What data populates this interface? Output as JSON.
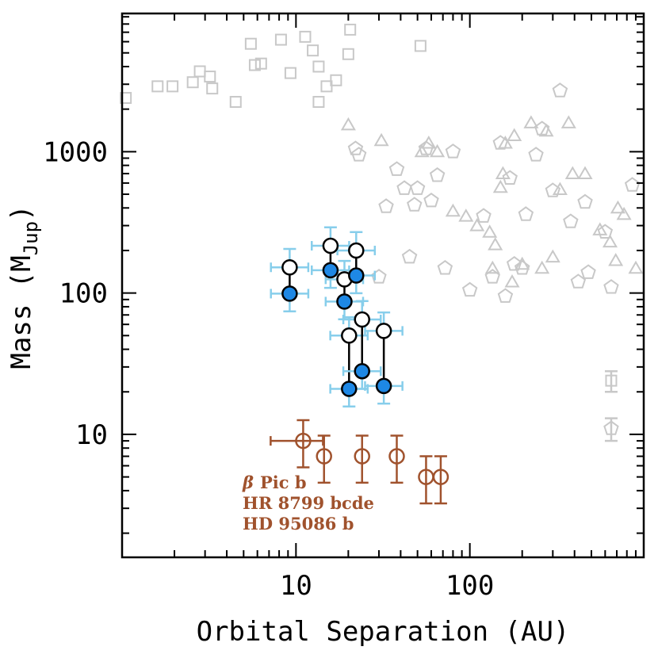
{
  "chart_data": {
    "type": "scatter",
    "xlabel": "Orbital Separation (AU)",
    "ylabel_main": "Mass (M",
    "ylabel_sub": "Jup",
    "ylabel_close": ")",
    "xscale": "log",
    "yscale": "log",
    "xlim": [
      1.0,
      1000.0
    ],
    "ylim": [
      1.35,
      9500.0
    ],
    "xticklabels": [
      {
        "value": 10,
        "label": "10"
      },
      {
        "value": 100,
        "label": "100"
      }
    ],
    "yticklabels": [
      {
        "value": 10,
        "label": "10"
      },
      {
        "value": 100,
        "label": "100"
      },
      {
        "value": 1000,
        "label": "1000"
      }
    ],
    "grid": false,
    "annotations": [
      {
        "prefix": "β",
        "text": "Pic b"
      },
      {
        "prefix": "",
        "text": "HR 8799 bcde"
      },
      {
        "prefix": "",
        "text": "HD 95086 b"
      }
    ],
    "colors": {
      "background_markers": "#c8c8c8",
      "filled_markers": "#1e88e5",
      "error_bars_blue": "#87ceeb",
      "planets": "#a0522d",
      "axes": "#000000"
    },
    "series": [
      {
        "marker": "square",
        "points": [
          [
            1.05,
            2400
          ],
          [
            1.6,
            2900
          ],
          [
            1.95,
            2900
          ],
          [
            2.55,
            3100
          ],
          [
            2.8,
            3700
          ],
          [
            3.2,
            3400
          ],
          [
            3.3,
            2800
          ],
          [
            4.5,
            2250
          ],
          [
            5.5,
            5800
          ],
          [
            5.8,
            4100
          ],
          [
            6.3,
            4200
          ],
          [
            8.2,
            6200
          ],
          [
            9.3,
            3600
          ],
          [
            11.3,
            6500
          ],
          [
            12.5,
            5200
          ],
          [
            13.5,
            4000
          ],
          [
            13.5,
            2250
          ],
          [
            15.0,
            2900
          ],
          [
            17.0,
            3200
          ],
          [
            20.0,
            4900
          ],
          [
            20.5,
            7300
          ],
          [
            52.0,
            5600
          ],
          [
            650,
            24
          ]
        ]
      },
      {
        "marker": "triangle",
        "points": [
          [
            20.0,
            1550
          ],
          [
            31.0,
            1200
          ],
          [
            53.0,
            1000
          ],
          [
            58.0,
            1150
          ],
          [
            65.0,
            1000
          ],
          [
            80.0,
            380
          ],
          [
            95.0,
            350
          ],
          [
            110.0,
            300
          ],
          [
            130.0,
            270
          ],
          [
            135.0,
            150
          ],
          [
            140.0,
            220
          ],
          [
            150.0,
            560
          ],
          [
            155.0,
            700
          ],
          [
            160.0,
            1150
          ],
          [
            175.0,
            120
          ],
          [
            180.0,
            1300
          ],
          [
            200.0,
            160
          ],
          [
            225.0,
            1600
          ],
          [
            260.0,
            150
          ],
          [
            275.0,
            1400
          ],
          [
            300.0,
            180
          ],
          [
            330.0,
            540
          ],
          [
            370.0,
            1600
          ],
          [
            390.0,
            700
          ],
          [
            460.0,
            700
          ],
          [
            560.0,
            280
          ],
          [
            640.0,
            230
          ],
          [
            690.0,
            170
          ],
          [
            710.0,
            400
          ],
          [
            770.0,
            360
          ],
          [
            900.0,
            150
          ]
        ]
      },
      {
        "marker": "pentagon",
        "points": [
          [
            22.0,
            1050
          ],
          [
            23.0,
            950
          ],
          [
            30.0,
            130
          ],
          [
            33.0,
            410
          ],
          [
            38.0,
            750
          ],
          [
            42.0,
            550
          ],
          [
            45.0,
            180
          ],
          [
            48.0,
            420
          ],
          [
            50.0,
            550
          ],
          [
            56.0,
            1050
          ],
          [
            60.0,
            450
          ],
          [
            65.0,
            680
          ],
          [
            72.0,
            150
          ],
          [
            80.0,
            1000
          ],
          [
            100.0,
            105
          ],
          [
            120.0,
            350
          ],
          [
            135.0,
            130
          ],
          [
            150.0,
            1150
          ],
          [
            160.0,
            95
          ],
          [
            170.0,
            650
          ],
          [
            180.0,
            160
          ],
          [
            200.0,
            150
          ],
          [
            210.0,
            360
          ],
          [
            240.0,
            950
          ],
          [
            260.0,
            1450
          ],
          [
            300.0,
            530
          ],
          [
            330.0,
            2700
          ],
          [
            380.0,
            320
          ],
          [
            420.0,
            120
          ],
          [
            460.0,
            440
          ],
          [
            480.0,
            140
          ],
          [
            600.0,
            270
          ],
          [
            650.0,
            110
          ],
          [
            860.0,
            580
          ],
          [
            650.0,
            11
          ]
        ]
      },
      {
        "marker": "circle-open",
        "points": [
          [
            9.2,
            152
          ],
          [
            15.8,
            216
          ],
          [
            19.0,
            125
          ],
          [
            20.2,
            50
          ],
          [
            22.2,
            200
          ],
          [
            24.0,
            65
          ],
          [
            32.0,
            54
          ]
        ]
      },
      {
        "marker": "circle-filled",
        "points": [
          [
            9.2,
            99
          ],
          [
            15.8,
            145
          ],
          [
            19.0,
            87
          ],
          [
            20.2,
            21
          ],
          [
            22.2,
            133
          ],
          [
            24.0,
            28
          ],
          [
            32.0,
            22
          ]
        ]
      },
      {
        "marker": "circle-planet",
        "points": [
          [
            11.0,
            9
          ],
          [
            14.5,
            7
          ],
          [
            24.0,
            7
          ],
          [
            38.0,
            7
          ],
          [
            56.0,
            5
          ],
          [
            68.0,
            5
          ]
        ]
      }
    ]
  }
}
